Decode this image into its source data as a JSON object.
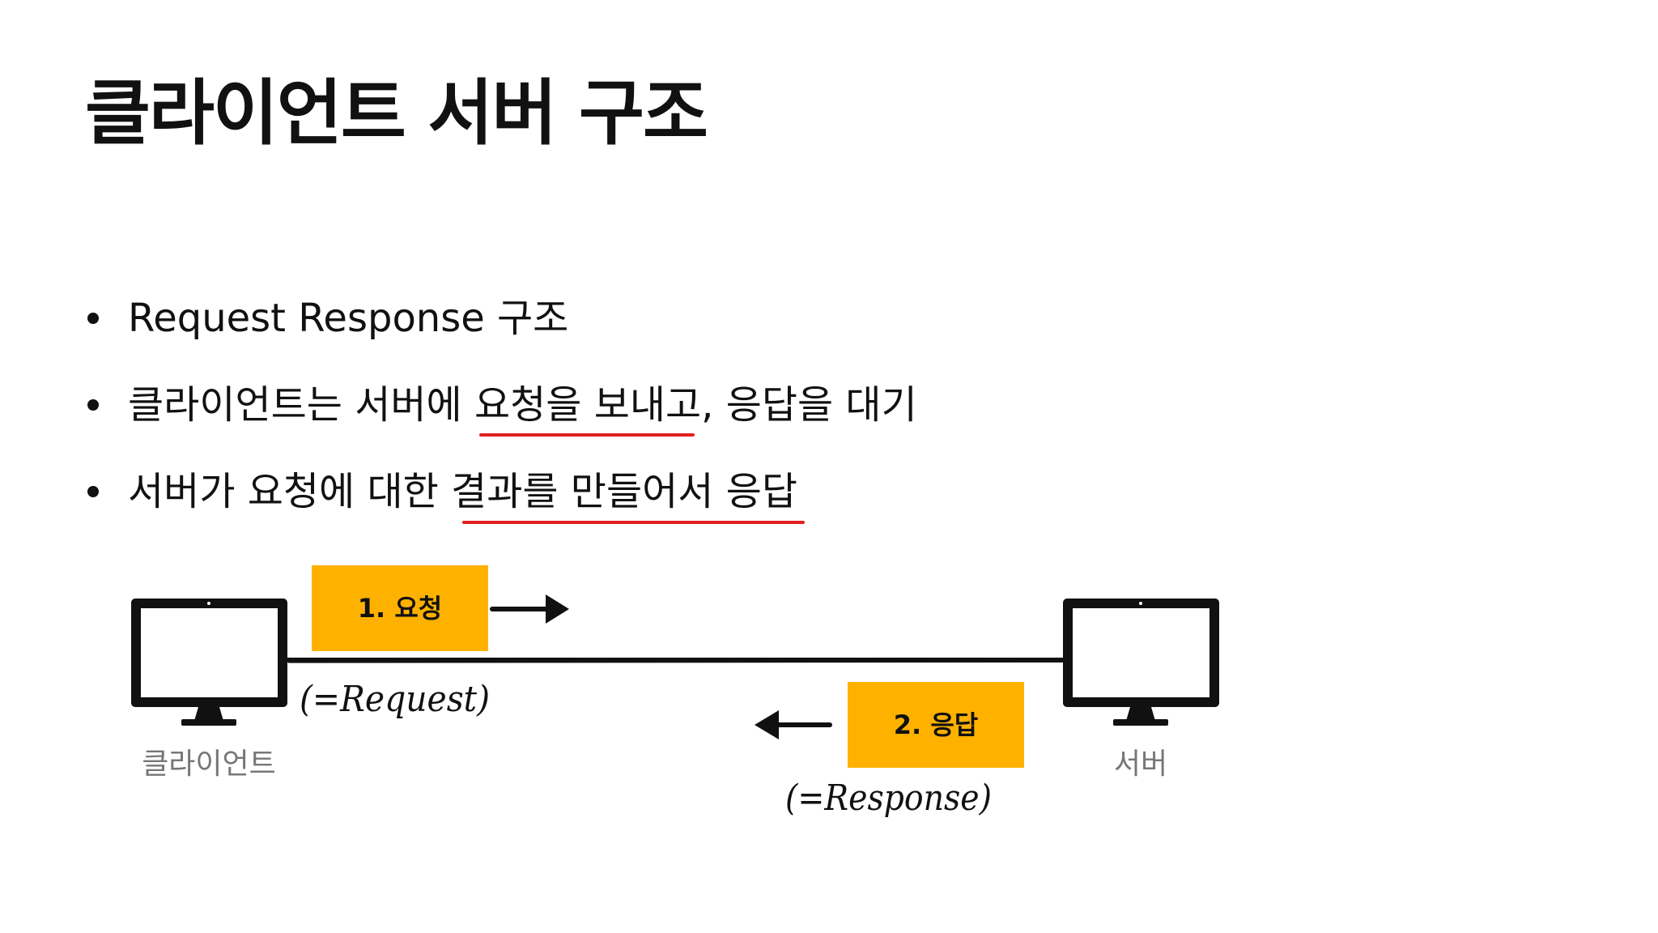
{
  "slide": {
    "title": "클라이언트 서버 구조"
  },
  "bullets": [
    {
      "text": "Request Response 구조",
      "underlined": false
    },
    {
      "text": "클라이언트는 서버에 요청을 보내고, 응답을 대기",
      "underlined": true
    },
    {
      "text": "서버가 요청에 대한 결과를 만들어서 응답",
      "underlined": true
    }
  ],
  "diagram": {
    "client_label": "클라이언트",
    "server_label": "서버",
    "request_box": "1. 요청",
    "response_box": "2. 응답",
    "request_note": "(=Request)",
    "response_note": "(=Response)",
    "colors": {
      "box": "#FFB100",
      "underline": "#E02020",
      "monitor": "#111111",
      "caption": "#777777"
    }
  }
}
